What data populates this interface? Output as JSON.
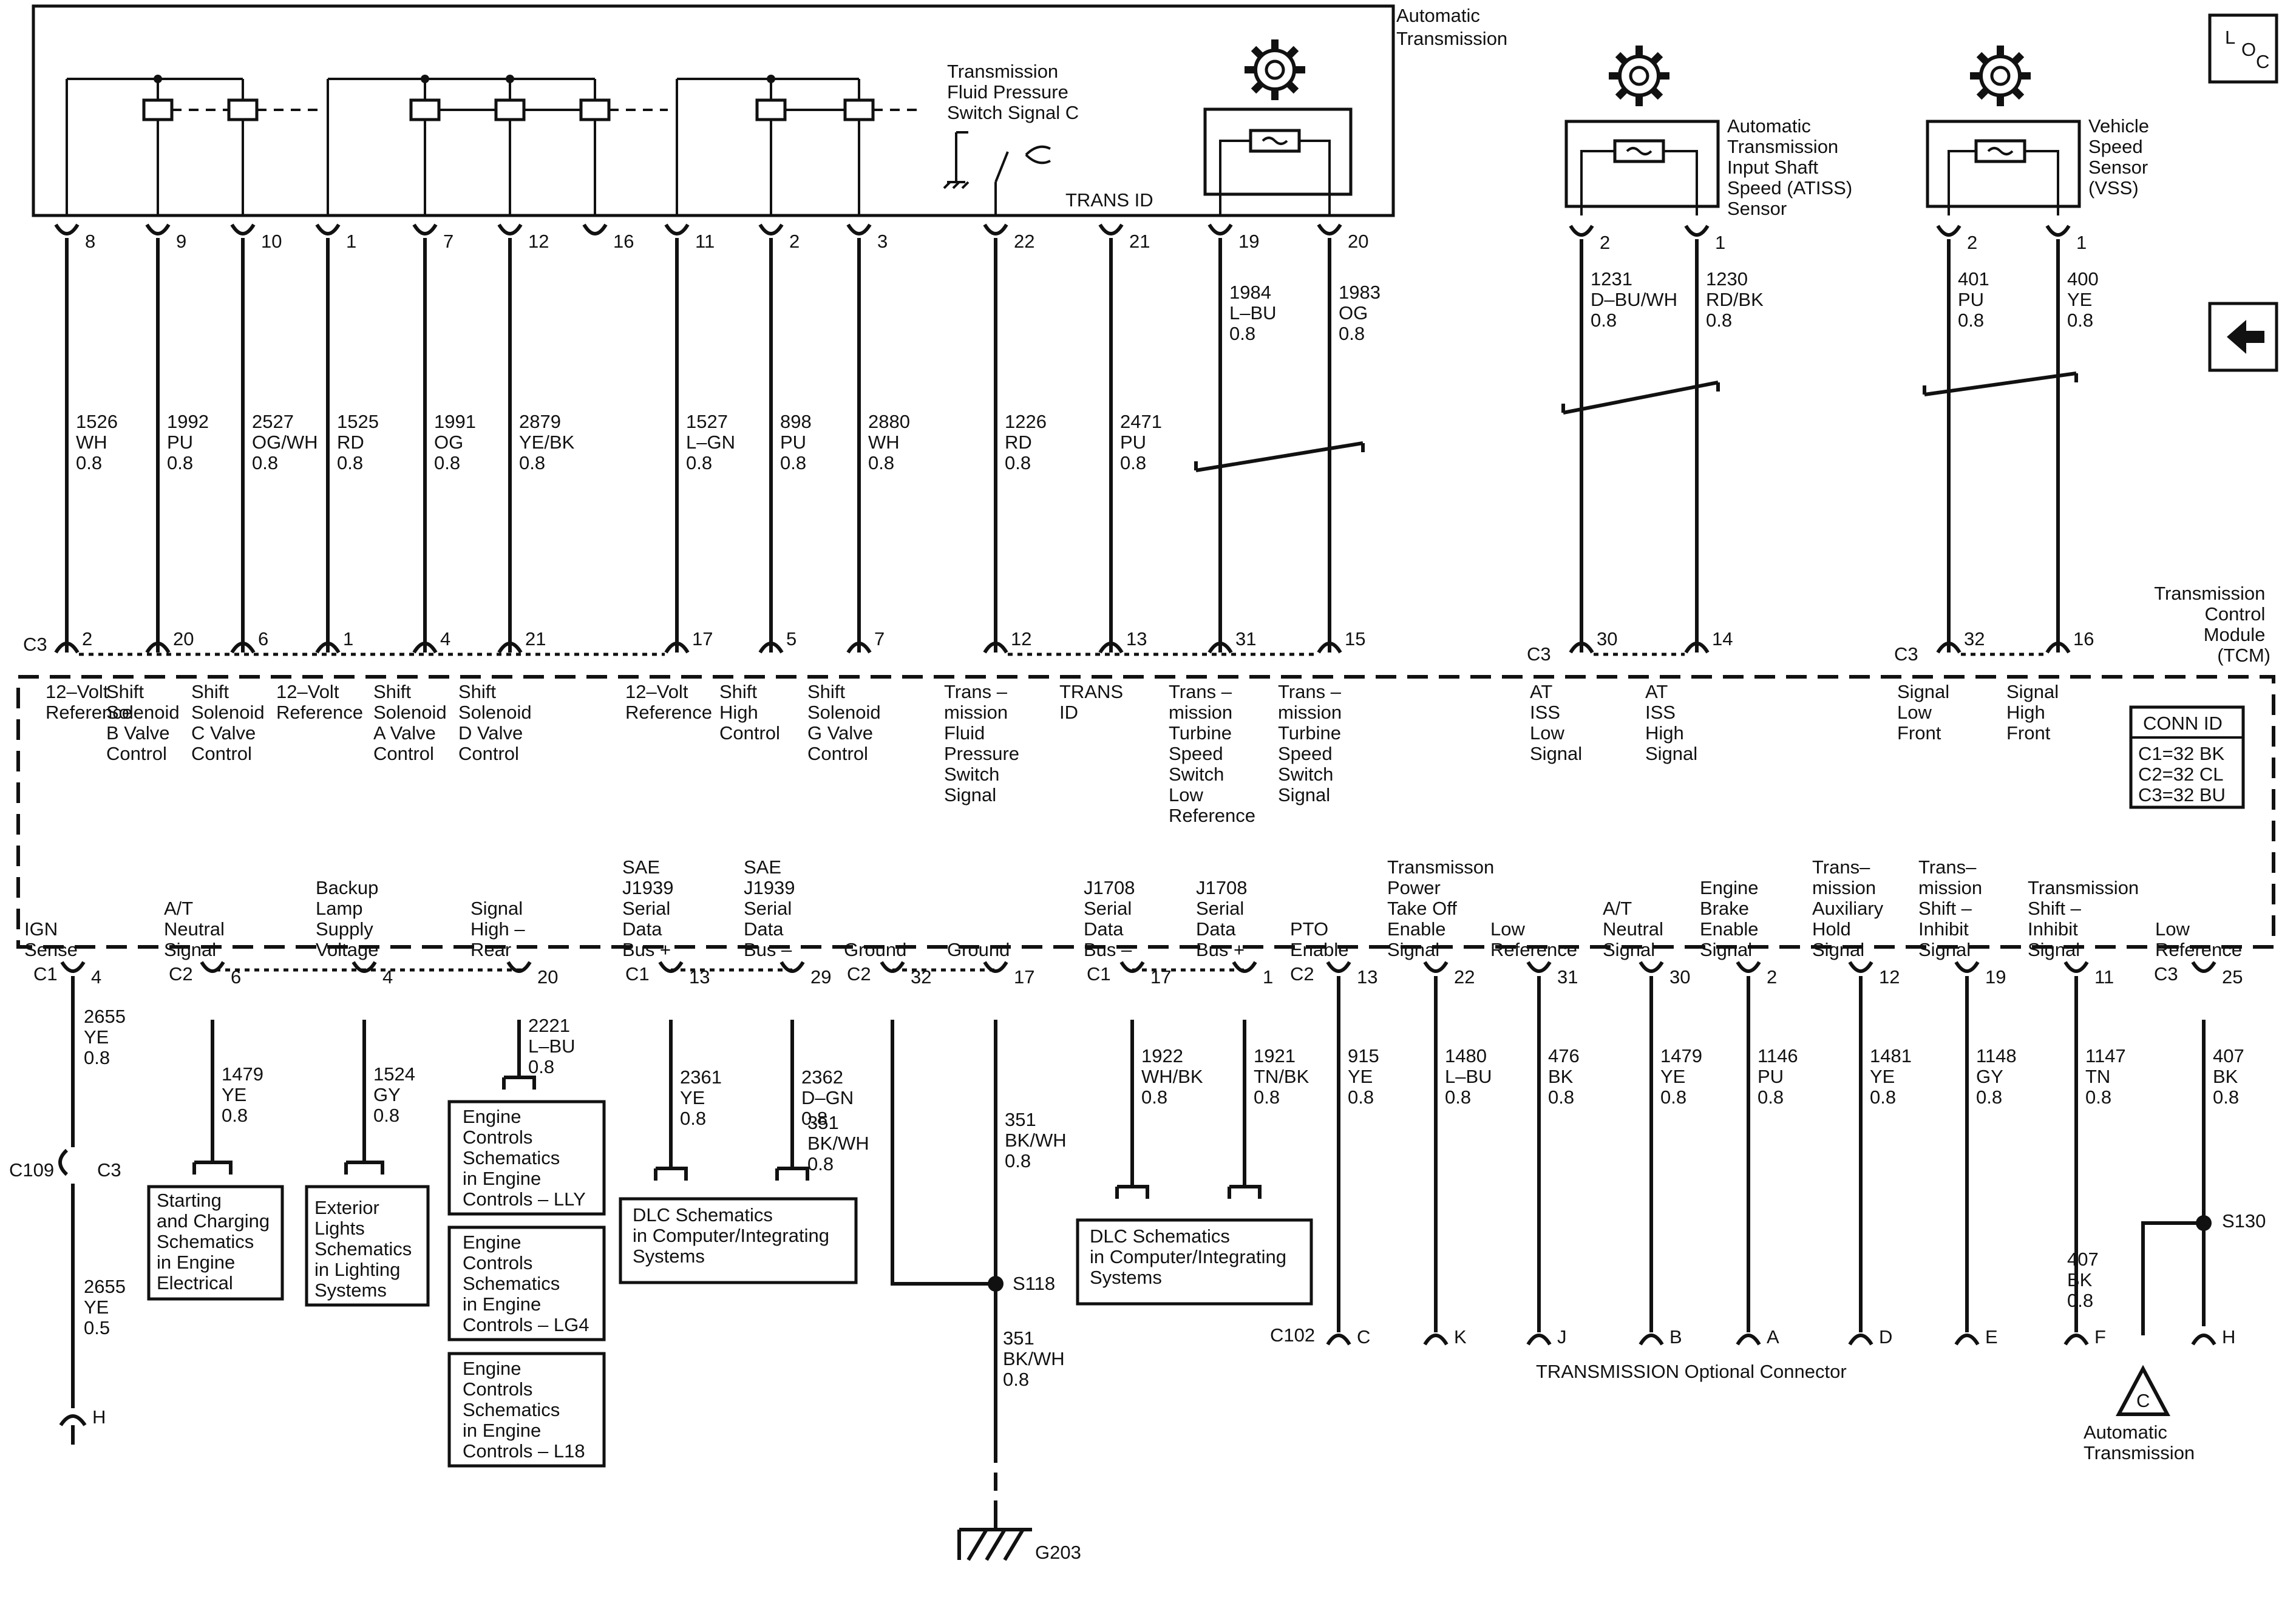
{
  "module": {
    "title": [
      "Automatic",
      "Transmission"
    ],
    "fluid_pressure_switch": [
      "Transmission",
      "Fluid Pressure",
      "Switch Signal C"
    ],
    "trans_id": "TRANS ID",
    "tcm": [
      "Transmission",
      "Control",
      "Module",
      "(TCM)"
    ]
  },
  "sensors": {
    "atiss": [
      "Automatic",
      "Transmission",
      "Input Shaft",
      "Speed (ATISS)",
      "Sensor"
    ],
    "vss": [
      "Vehicle",
      "Speed",
      "Sensor",
      "(VSS)"
    ]
  },
  "loc_badge": [
    "L",
    "O",
    "C"
  ],
  "conn_id": {
    "title": "CONN ID",
    "rows": [
      "C1=32 BK",
      "C2=32 CL",
      "C3=32 BU"
    ]
  },
  "top_wires": [
    {
      "pin": "8",
      "circuit": "1526",
      "color": "WH",
      "gauge": "0.8",
      "tcm_pin": "2",
      "label": [
        "12–Volt",
        "Reference"
      ]
    },
    {
      "pin": "9",
      "circuit": "1992",
      "color": "PU",
      "gauge": "0.8",
      "tcm_pin": "20",
      "label": [
        "Shift",
        "Solenoid",
        "B Valve",
        "Control"
      ]
    },
    {
      "pin": "10",
      "circuit": "2527",
      "color": "OG/WH",
      "gauge": "0.8",
      "tcm_pin": "6",
      "label": [
        "Shift",
        "Solenoid",
        "C Valve",
        "Control"
      ]
    },
    {
      "pin": "1",
      "circuit": "1525",
      "color": "RD",
      "gauge": "0.8",
      "tcm_pin": "1",
      "label": [
        "12–Volt",
        "Reference"
      ]
    },
    {
      "pin": "7",
      "circuit": "1991",
      "color": "OG",
      "gauge": "0.8",
      "tcm_pin": "4",
      "label": [
        "Shift",
        "Solenoid",
        "A Valve",
        "Control"
      ]
    },
    {
      "pin": "12",
      "circuit": "2879",
      "color": "YE/BK",
      "gauge": "0.8",
      "tcm_pin": "21",
      "label": [
        "Shift",
        "Solenoid",
        "D Valve",
        "Control"
      ]
    },
    {
      "pin": "16",
      "circuit": "",
      "color": "",
      "gauge": "",
      "tcm_pin": "",
      "label": []
    },
    {
      "pin": "11",
      "circuit": "1527",
      "color": "L–GN",
      "gauge": "0.8",
      "tcm_pin": "17",
      "label": [
        "12–Volt",
        "Reference"
      ]
    },
    {
      "pin": "2",
      "circuit": "898",
      "color": "PU",
      "gauge": "0.8",
      "tcm_pin": "5",
      "label": [
        "Shift",
        "High",
        "Control"
      ]
    },
    {
      "pin": "3",
      "circuit": "2880",
      "color": "WH",
      "gauge": "0.8",
      "tcm_pin": "7",
      "label": [
        "Shift",
        "Solenoid",
        "G Valve",
        "Control"
      ]
    },
    {
      "pin": "22",
      "circuit": "1226",
      "color": "RD",
      "gauge": "0.8",
      "tcm_pin": "12",
      "label": [
        "Trans –",
        "mission",
        "Fluid",
        "Pressure",
        "Switch",
        "Signal"
      ]
    },
    {
      "pin": "21",
      "circuit": "2471",
      "color": "PU",
      "gauge": "0.8",
      "tcm_pin": "13",
      "label": [
        "TRANS",
        "ID"
      ]
    },
    {
      "pin": "19",
      "circuit": "1984",
      "color": "L–BU",
      "gauge": "0.8",
      "tcm_pin": "31",
      "label": [
        "Trans –",
        "mission",
        "Turbine",
        "Speed",
        "Switch",
        "Low",
        "Reference"
      ]
    },
    {
      "pin": "20",
      "circuit": "1983",
      "color": "OG",
      "gauge": "0.8",
      "tcm_pin": "15",
      "label": [
        "Trans –",
        "mission",
        "Turbine",
        "Speed",
        "Switch",
        "Signal"
      ]
    },
    {
      "pin": "2",
      "circuit": "1231",
      "color": "D–BU/WH",
      "gauge": "0.8",
      "tcm_pin": "30",
      "label": [
        "AT",
        "ISS",
        "Low",
        "Signal"
      ]
    },
    {
      "pin": "1",
      "circuit": "1230",
      "color": "RD/BK",
      "gauge": "0.8",
      "tcm_pin": "14",
      "label": [
        "AT",
        "ISS",
        "High",
        "Signal"
      ]
    },
    {
      "pin": "2",
      "circuit": "401",
      "color": "PU",
      "gauge": "0.8",
      "tcm_pin": "32",
      "label": [
        "Signal",
        "Low",
        "Front"
      ]
    },
    {
      "pin": "1",
      "circuit": "400",
      "color": "YE",
      "gauge": "0.8",
      "tcm_pin": "16",
      "label": [
        "Signal",
        "High",
        "Front"
      ]
    }
  ],
  "connector_labels": {
    "c3": "C3",
    "c1": "C1",
    "c2": "C2"
  },
  "bottom_wires": [
    {
      "label": [
        "IGN",
        "Sense"
      ],
      "tcm_pin": "4",
      "circuit": "2655",
      "color": "YE",
      "gauge": "0.8"
    },
    {
      "label": [
        "A/T",
        "Neutral",
        "Signal"
      ],
      "tcm_pin": "6",
      "circuit": "1479",
      "color": "YE",
      "gauge": "0.8"
    },
    {
      "label": [
        "Backup",
        "Lamp",
        "Supply",
        "Voltage"
      ],
      "tcm_pin": "4",
      "circuit": "1524",
      "color": "GY",
      "gauge": "0.8"
    },
    {
      "label": [
        "Signal",
        "High –",
        "Rear"
      ],
      "tcm_pin": "20",
      "circuit": "2221",
      "color": "L–BU",
      "gauge": "0.8"
    },
    {
      "label": [
        "SAE",
        "J1939",
        "Serial",
        "Data",
        "Bus +"
      ],
      "tcm_pin": "13",
      "circuit": "2361",
      "color": "YE",
      "gauge": "0.8"
    },
    {
      "label": [
        "SAE",
        "J1939",
        "Serial",
        "Data",
        "Bus –"
      ],
      "tcm_pin": "29",
      "circuit": "2362",
      "color": "D–GN",
      "gauge": "0.8"
    },
    {
      "label": [
        "Ground"
      ],
      "tcm_pin": "32",
      "circuit": "351",
      "color": "BK/WH",
      "gauge": "0.8"
    },
    {
      "label": [
        "Ground"
      ],
      "tcm_pin": "17",
      "circuit": "351",
      "color": "BK/WH",
      "gauge": "0.8"
    },
    {
      "label": [
        "J1708",
        "Serial",
        "Data",
        "Bus –"
      ],
      "tcm_pin": "17",
      "circuit": "1922",
      "color": "WH/BK",
      "gauge": "0.8"
    },
    {
      "label": [
        "J1708",
        "Serial",
        "Data",
        "Bus +"
      ],
      "tcm_pin": "1",
      "circuit": "1921",
      "color": "TN/BK",
      "gauge": "0.8"
    },
    {
      "label": [
        "PTO",
        "Enable"
      ],
      "tcm_pin": "13",
      "circuit": "915",
      "color": "YE",
      "gauge": "0.8",
      "end_pin": "C"
    },
    {
      "label": [
        "Transmisson",
        "Power",
        "Take Off",
        "Enable",
        "Signal"
      ],
      "tcm_pin": "22",
      "circuit": "1480",
      "color": "L–BU",
      "gauge": "0.8",
      "end_pin": "K"
    },
    {
      "label": [
        "Low",
        "Reference"
      ],
      "tcm_pin": "31",
      "circuit": "476",
      "color": "BK",
      "gauge": "0.8",
      "end_pin": "J"
    },
    {
      "label": [
        "A/T",
        "Neutral",
        "Signal"
      ],
      "tcm_pin": "30",
      "circuit": "1479",
      "color": "YE",
      "gauge": "0.8",
      "end_pin": "B"
    },
    {
      "label": [
        "Engine",
        "Brake",
        "Enable",
        "Signal"
      ],
      "tcm_pin": "2",
      "circuit": "1146",
      "color": "PU",
      "gauge": "0.8",
      "end_pin": "A"
    },
    {
      "label": [
        "Trans–",
        "mission",
        "Auxiliary",
        "Hold",
        "Signal"
      ],
      "tcm_pin": "12",
      "circuit": "1481",
      "color": "YE",
      "gauge": "0.8",
      "end_pin": "D"
    },
    {
      "label": [
        "Trans–",
        "mission",
        "Shift –",
        "Inhibit",
        "Signal"
      ],
      "tcm_pin": "19",
      "circuit": "1148",
      "color": "GY",
      "gauge": "0.8",
      "end_pin": "E"
    },
    {
      "label": [
        "Transmission",
        "Shift –",
        "Inhibit",
        "Signal"
      ],
      "tcm_pin": "11",
      "circuit": "1147",
      "color": "TN",
      "gauge": "0.8",
      "end_pin": "F"
    },
    {
      "label": [
        "Low",
        "Reference"
      ],
      "tcm_pin": "25",
      "circuit": "407",
      "color": "BK",
      "gauge": "0.8",
      "end_pin": "H"
    }
  ],
  "ign_branch": {
    "connector_left": "C109",
    "connector_right": "C3",
    "circuit": "2655",
    "color": "YE",
    "gauge": "0.5",
    "end_pin": "H"
  },
  "ref_boxes": {
    "starting": [
      "Starting",
      "and Charging",
      "Schematics",
      "in Engine",
      "Electrical"
    ],
    "exterior": [
      "Exterior",
      "Lights",
      "Schematics",
      "in Lighting",
      "Systems"
    ],
    "lly": [
      "Engine",
      "Controls",
      "Schematics",
      "in Engine",
      "Controls – LLY"
    ],
    "lg4": [
      "Engine",
      "Controls",
      "Schematics",
      "in Engine",
      "Controls – LG4"
    ],
    "l18": [
      "Engine",
      "Controls",
      "Schematics",
      "in Engine",
      "Controls – L18"
    ],
    "dlc1": [
      "DLC Schematics",
      "in Computer/Integrating",
      "Systems"
    ],
    "dlc2": [
      "DLC Schematics",
      "in Computer/Integrating",
      "Systems"
    ]
  },
  "splices": {
    "s118": "S118",
    "s130": "S130"
  },
  "ground": {
    "circuit": "351",
    "color": "BK/WH",
    "gauge": "0.8",
    "label": "G203"
  },
  "s130_branch": {
    "circuit": "407",
    "color": "BK",
    "gauge": "0.8"
  },
  "c102": "C102",
  "trans_connector": "TRANSMISSION Optional Connector",
  "offpage": {
    "letter": "C",
    "label": [
      "Automatic",
      "Transmission"
    ]
  }
}
